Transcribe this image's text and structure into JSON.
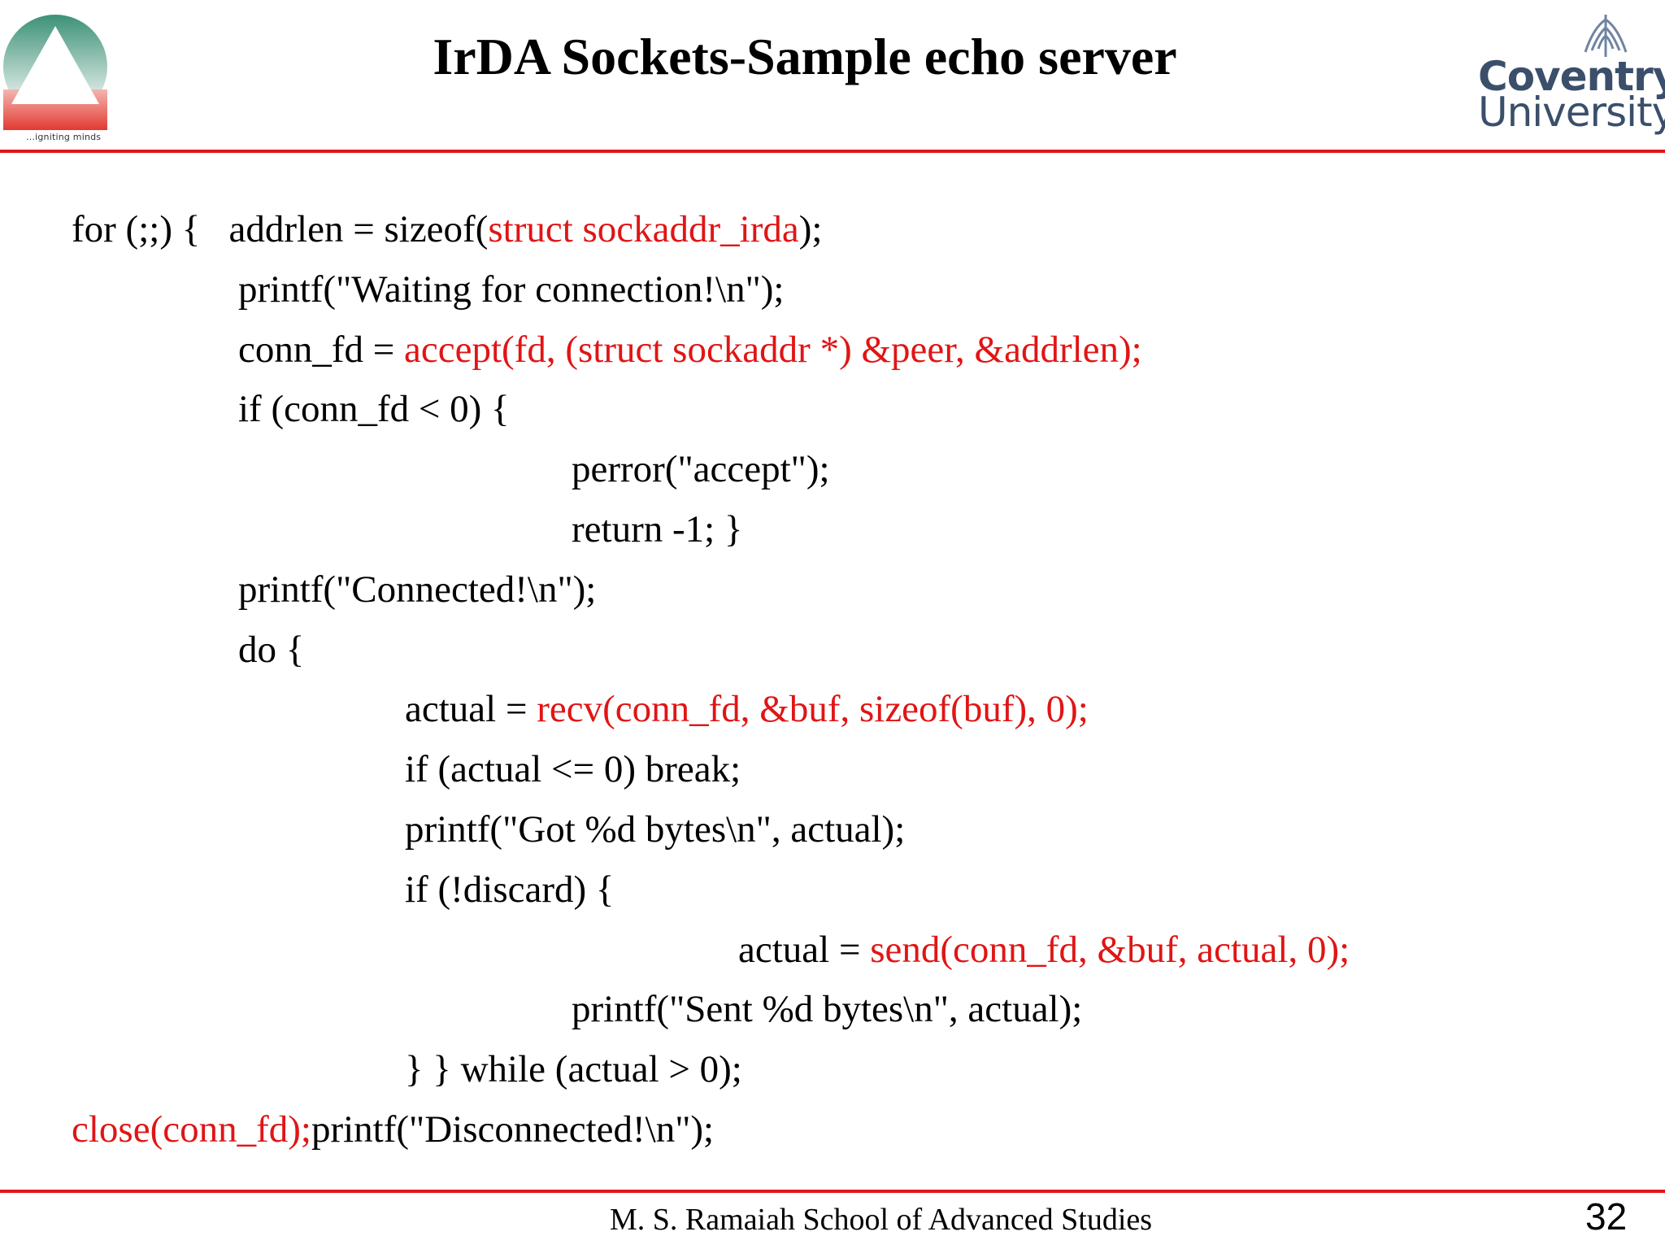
{
  "header": {
    "title": "IrDA Sockets-Sample echo server",
    "left_logo_tagline": "...igniting minds",
    "right_logo_line1": "Coventry",
    "right_logo_line2": "University"
  },
  "code": {
    "lines": [
      {
        "indent": 0,
        "parts": [
          {
            "t": "for (;;) {   addrlen = sizeof(",
            "c": "black"
          },
          {
            "t": "struct sockaddr_irda",
            "c": "red"
          },
          {
            "t": ");",
            "c": "black"
          }
        ]
      },
      {
        "indent": 1,
        "parts": [
          {
            "t": "printf(\"Waiting for connection!\\n\");",
            "c": "black"
          }
        ]
      },
      {
        "indent": 1,
        "parts": [
          {
            "t": "conn_fd = ",
            "c": "black"
          },
          {
            "t": "accept(fd, (struct sockaddr *) &peer, &addrlen);",
            "c": "red"
          }
        ]
      },
      {
        "indent": 1,
        "parts": [
          {
            "t": "if (conn_fd < 0) {",
            "c": "black"
          }
        ]
      },
      {
        "indent": 3,
        "parts": [
          {
            "t": "perror(\"accept\");",
            "c": "black"
          }
        ]
      },
      {
        "indent": 3,
        "parts": [
          {
            "t": "return -1; }",
            "c": "black"
          }
        ]
      },
      {
        "indent": 1,
        "parts": [
          {
            "t": "printf(\"Connected!\\n\");",
            "c": "black"
          }
        ]
      },
      {
        "indent": 1,
        "parts": [
          {
            "t": "do {",
            "c": "black"
          }
        ]
      },
      {
        "indent": 2,
        "parts": [
          {
            "t": "actual = ",
            "c": "black"
          },
          {
            "t": "recv(conn_fd, &buf, sizeof(buf), 0);",
            "c": "red"
          }
        ]
      },
      {
        "indent": 2,
        "parts": [
          {
            "t": "if (actual <= 0) break;",
            "c": "black"
          }
        ]
      },
      {
        "indent": 2,
        "parts": [
          {
            "t": "printf(\"Got %d bytes\\n\", actual);",
            "c": "black"
          }
        ]
      },
      {
        "indent": 2,
        "parts": [
          {
            "t": "if (!discard) {",
            "c": "black"
          }
        ]
      },
      {
        "indent": 4,
        "parts": [
          {
            "t": "actual = ",
            "c": "black"
          },
          {
            "t": "send(conn_fd, &buf, actual, 0);",
            "c": "red"
          }
        ]
      },
      {
        "indent": 3,
        "parts": [
          {
            "t": "printf(\"Sent %d bytes\\n\", actual);",
            "c": "black"
          }
        ]
      },
      {
        "indent": 2,
        "parts": [
          {
            "t": "} } while (actual > 0);",
            "c": "black"
          }
        ]
      },
      {
        "indent": 0,
        "parts": [
          {
            "t": "close(conn_fd);",
            "c": "red"
          },
          {
            "t": "printf(\"Disconnected!\\n\");",
            "c": "black"
          }
        ]
      }
    ]
  },
  "footer": {
    "institution": "M. S. Ramaiah School of Advanced Studies",
    "page_number": "32"
  },
  "colors": {
    "accent_red": "#e01515",
    "text": "#000000",
    "logo_green": "#4a9a7e",
    "logo_red": "#e03030",
    "coventry_blue": "#3b4f6b"
  }
}
